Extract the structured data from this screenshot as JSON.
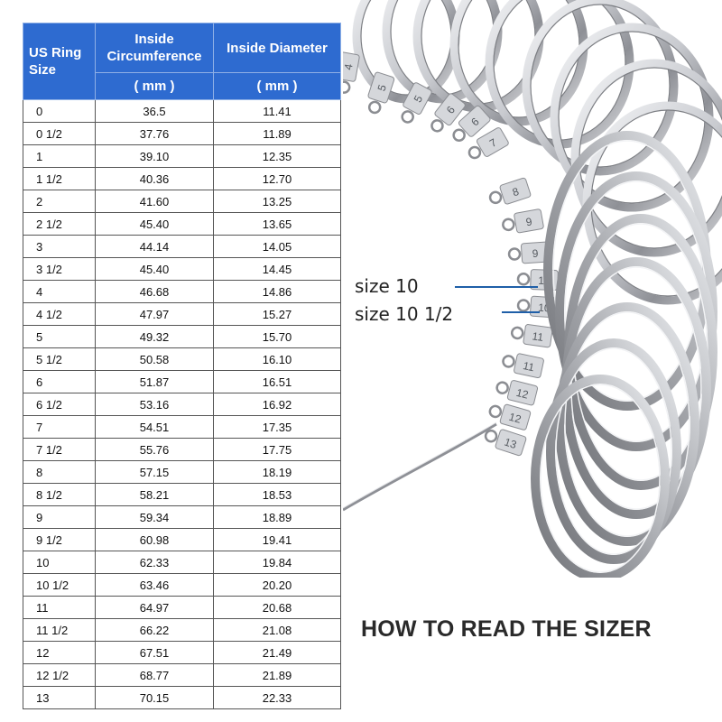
{
  "table": {
    "header": {
      "size": "US Ring Size",
      "circumference": "Inside Circumference",
      "diameter": "Inside Diameter",
      "circumference_unit": "( mm )",
      "diameter_unit": "( mm )"
    },
    "rows": [
      {
        "size": "0",
        "circ": "36.5",
        "diam": "11.41"
      },
      {
        "size": "0 1/2",
        "circ": "37.76",
        "diam": "11.89"
      },
      {
        "size": "1",
        "circ": "39.10",
        "diam": "12.35"
      },
      {
        "size": "1 1/2",
        "circ": "40.36",
        "diam": "12.70"
      },
      {
        "size": "2",
        "circ": "41.60",
        "diam": "13.25"
      },
      {
        "size": "2 1/2",
        "circ": "45.40",
        "diam": "13.65"
      },
      {
        "size": "3",
        "circ": "44.14",
        "diam": "14.05"
      },
      {
        "size": "3 1/2",
        "circ": "45.40",
        "diam": "14.45"
      },
      {
        "size": "4",
        "circ": "46.68",
        "diam": "14.86"
      },
      {
        "size": "4 1/2",
        "circ": "47.97",
        "diam": "15.27"
      },
      {
        "size": "5",
        "circ": "49.32",
        "diam": "15.70"
      },
      {
        "size": "5 1/2",
        "circ": "50.58",
        "diam": "16.10"
      },
      {
        "size": "6",
        "circ": "51.87",
        "diam": "16.51"
      },
      {
        "size": "6 1/2",
        "circ": "53.16",
        "diam": "16.92"
      },
      {
        "size": "7",
        "circ": "54.51",
        "diam": "17.35"
      },
      {
        "size": "7 1/2",
        "circ": "55.76",
        "diam": "17.75"
      },
      {
        "size": "8",
        "circ": "57.15",
        "diam": "18.19"
      },
      {
        "size": "8 1/2",
        "circ": "58.21",
        "diam": "18.53"
      },
      {
        "size": "9",
        "circ": "59.34",
        "diam": "18.89"
      },
      {
        "size": "9 1/2",
        "circ": "60.98",
        "diam": "19.41"
      },
      {
        "size": "10",
        "circ": "62.33",
        "diam": "19.84"
      },
      {
        "size": "10 1/2",
        "circ": "63.46",
        "diam": "20.20"
      },
      {
        "size": "11",
        "circ": "64.97",
        "diam": "20.68"
      },
      {
        "size": "11 1/2",
        "circ": "66.22",
        "diam": "21.08"
      },
      {
        "size": "12",
        "circ": "67.51",
        "diam": "21.49"
      },
      {
        "size": "12 1/2",
        "circ": "68.77",
        "diam": "21.89"
      },
      {
        "size": "13",
        "circ": "70.15",
        "diam": "22.33"
      }
    ]
  },
  "photo": {
    "annotations": {
      "size_10": "size 10",
      "size_10_half": "size 10  1/2"
    },
    "tab_numbers": [
      "4",
      "5",
      "5",
      "6",
      "6",
      "7",
      "8",
      "9",
      "9",
      "10",
      "10",
      "11",
      "11",
      "12",
      "12",
      "13"
    ],
    "caption": "HOW TO READ THE SIZER"
  },
  "colors": {
    "header_blue": "#2e6bd0",
    "annotation_line": "#1f5fa8",
    "metal_light": "#e6e7ea",
    "metal_dark": "#7d7f84"
  }
}
